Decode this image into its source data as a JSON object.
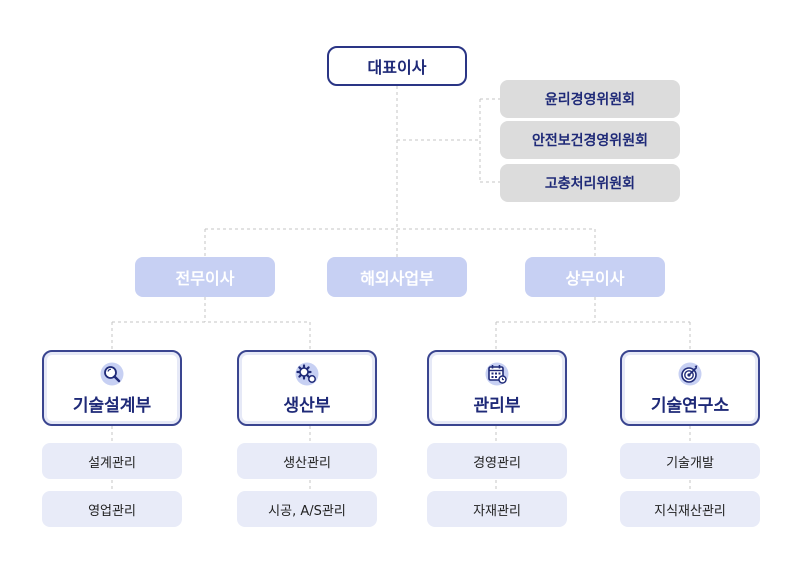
{
  "ceo": "대표이사",
  "committees": [
    "윤리경영위원회",
    "안전보건경영위원회",
    "고충처리위원회"
  ],
  "executives": [
    "전무이사",
    "해외사업부",
    "상무이사"
  ],
  "departments": [
    {
      "label": "기술설계부",
      "icon": "magnifier-icon",
      "subs": [
        "설계관리",
        "영업관리"
      ]
    },
    {
      "label": "생산부",
      "icon": "gear-icon",
      "subs": [
        "생산관리",
        "시공, A/S관리"
      ]
    },
    {
      "label": "관리부",
      "icon": "calendar-icon",
      "subs": [
        "경영관리",
        "자재관리"
      ]
    },
    {
      "label": "기술연구소",
      "icon": "target-icon",
      "subs": [
        "기술개발",
        "지식재산관리"
      ]
    }
  ],
  "colors": {
    "navy": "#1f2a78",
    "executive_fill": "#c7d0f3",
    "committee_fill": "#dcdcdc",
    "sub_fill": "#e8ebf8"
  }
}
